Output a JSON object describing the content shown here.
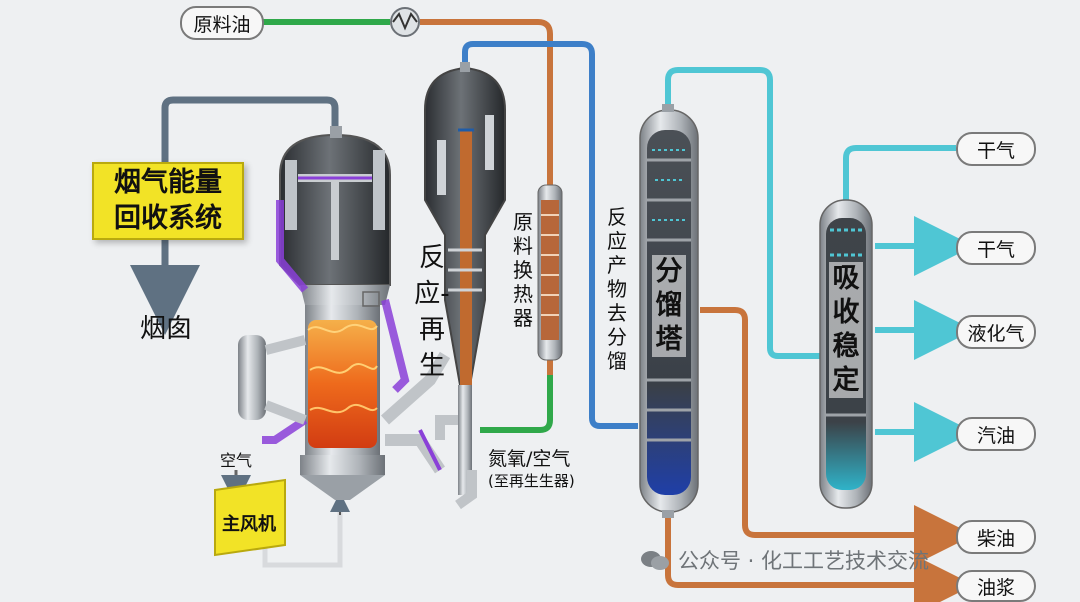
{
  "labels": {
    "feed_oil": "原料油",
    "flue_energy_line1": "烟气能量",
    "flue_energy_line2": "回收系统",
    "chimney": "烟囱",
    "reaction_regen_top": "反应-",
    "reaction_regen_bottom": "再生",
    "feed_exchanger": [
      "原",
      "料",
      "换",
      "热",
      "器"
    ],
    "products_to_fract": [
      "反",
      "应",
      "产",
      "物",
      "去",
      "分",
      "馏"
    ],
    "fractionator": [
      "分",
      "馏",
      "塔"
    ],
    "absorb_stab": [
      "吸",
      "收",
      "稳",
      "定"
    ],
    "air": "空气",
    "main_blower": "主风机",
    "nitrogen_oxygen_air": "氮氧/空气",
    "to_regenerator": "(至再生生器)",
    "dry_gas_1": "干气",
    "dry_gas_2": "干气",
    "lpg": "液化气",
    "gasoline": "汽油",
    "diesel": "柴油",
    "slurry": "油浆",
    "watermark": "公众号 · 化工工艺技术交流"
  },
  "colors": {
    "feed_line": "#2fa84a",
    "orange_line": "#c8743c",
    "blue_line": "#3d7fc8",
    "cyan_line": "#4fc6d4",
    "gray_line": "#5f7182",
    "arrow_cyan": "#4fc6d4",
    "furnace_glow": "#f06a1e",
    "purple": "#8a40d8"
  }
}
